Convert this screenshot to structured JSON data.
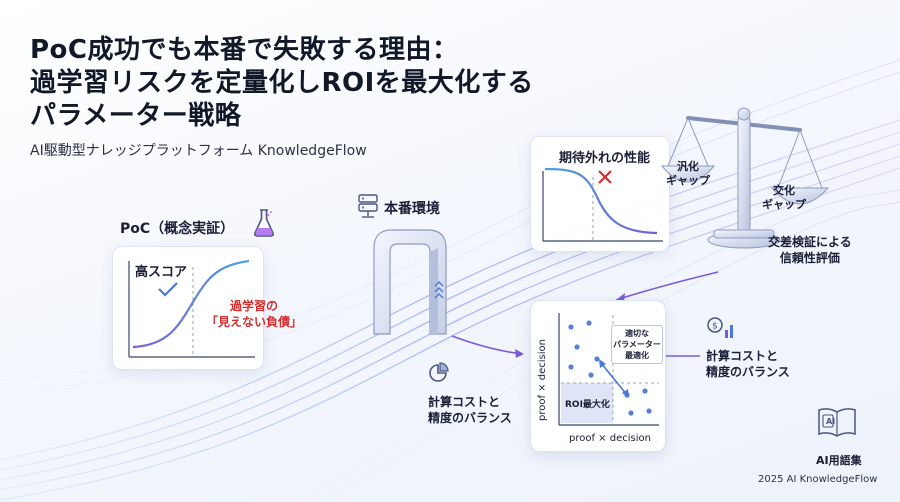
{
  "title": {
    "line1": "PoC成功でも本番で失敗する理由：",
    "line2": "過学習リスクを定量化しROIを最大化する",
    "line3": "パラメーター戦略"
  },
  "subtitle": "AI駆動型ナレッジプラットフォーム KnowledgeFlow",
  "poc": {
    "heading": "PoC（概念実証）",
    "high_score": "高スコア",
    "warning_line1": "過学習の",
    "warning_line2": "「見えない負債」"
  },
  "production": {
    "heading": "本番環境"
  },
  "unexpected": {
    "heading": "期待外れの性能"
  },
  "scale": {
    "left_pan_line1": "汎化",
    "left_pan_line2": "ギャップ",
    "right_pan_line1": "交化",
    "right_pan_line2": "ギャップ",
    "caption_line1": "交差検証による",
    "caption_line2": "信頼性評価"
  },
  "matrix": {
    "y_axis": "proof × decision",
    "x_axis": "proof × decision",
    "optimal_line1": "適切な",
    "optimal_line2": "パラメーター",
    "optimal_line3": "最適化",
    "roi": "ROI最大化"
  },
  "balance_left": {
    "line1": "計算コストと",
    "line2": "精度のバランス"
  },
  "balance_right": {
    "line1": "計算コストと",
    "line2": "精度のバランス"
  },
  "glossary": {
    "icon_text": "AI",
    "label": "AI用語集"
  },
  "footer": "2025 AI KnowledgeFlow",
  "colors": {
    "accent_purple": "#7b5cd6",
    "accent_blue": "#4a78d8",
    "warning_red": "#d32f2f",
    "steel": "#8290b5"
  }
}
